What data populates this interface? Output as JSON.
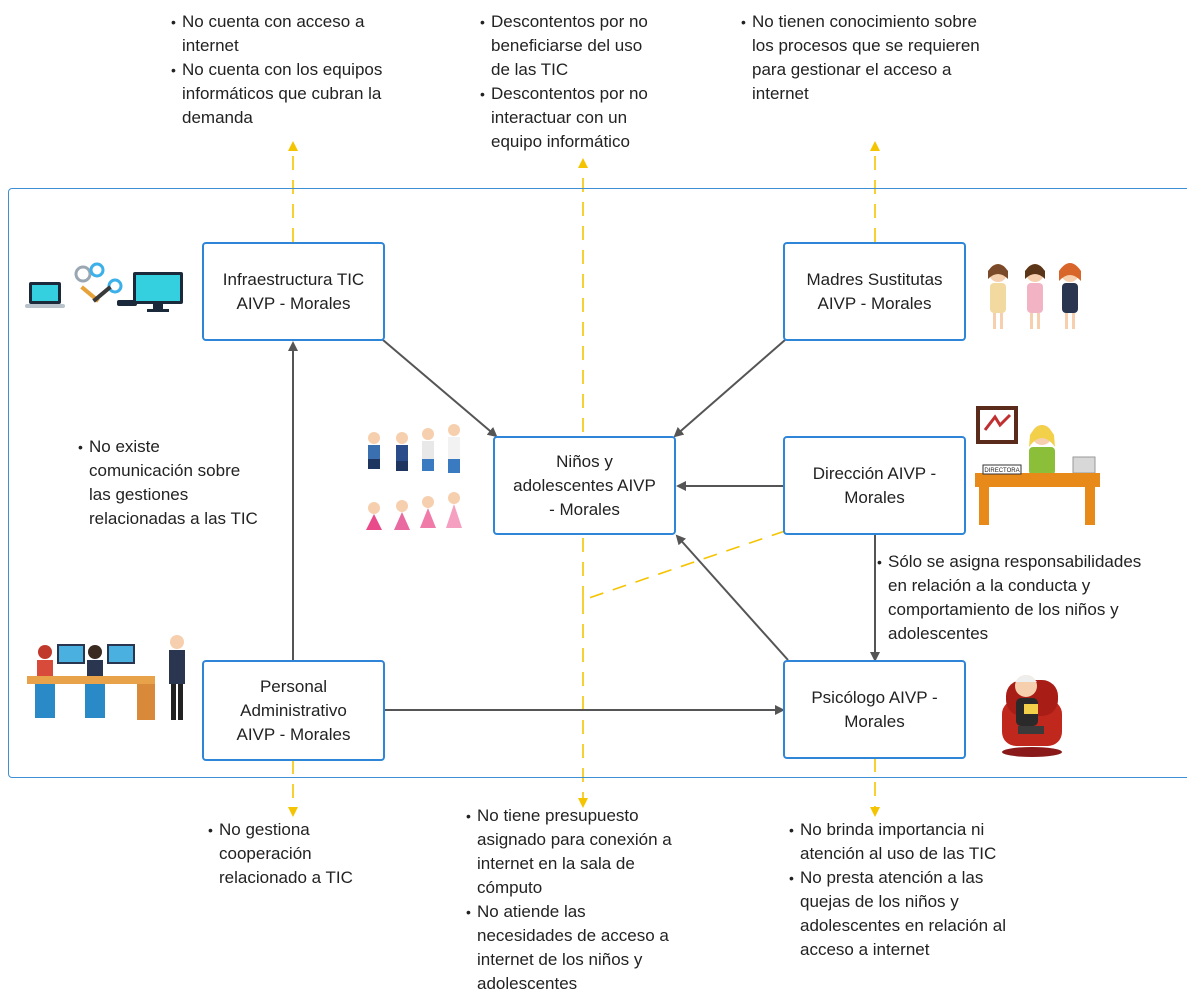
{
  "colors": {
    "box_border": "#2f86d8",
    "frame": "#3d8fd6",
    "arrow": "#555555",
    "dashed": "#f5c400"
  },
  "nodes": {
    "infra": "Infraestructura TIC\nAIVP - Morales",
    "madres": "Madres Sustitutas\nAIVP - Morales",
    "ninos": "Niños y\nadolescentes AIVP\n- Morales",
    "direccion": "Dirección AIVP -\nMorales",
    "personal": "Personal\nAdministrativo\nAIVP - Morales",
    "psicologo": "Psicólogo AIVP -\nMorales"
  },
  "notes": {
    "top_left": [
      "No cuenta con acceso a\ninternet",
      "No cuenta con los equipos\ninformáticos que cubran la\ndemanda"
    ],
    "top_center": [
      "Descontentos por no\nbeneficiarse del uso\nde las TIC",
      "Descontentos por no\ninteractuar con un\nequipo informático"
    ],
    "top_right": [
      "No tienen conocimiento sobre\nlos procesos que se requieren\npara gestionar el acceso a\ninternet"
    ],
    "left_mid": [
      "No existe\ncomunicación sobre\nlas gestiones\nrelacionadas a las TIC"
    ],
    "right_mid": [
      "Sólo se asigna responsabilidades\nen relación a la conducta y\ncomportamiento de los niños y\nadolescentes"
    ],
    "bottom_left": [
      "No gestiona\ncooperación\nrelacionado a TIC"
    ],
    "bottom_center": [
      "No tiene presupuesto\nasignado para conexión a\ninternet en la sala de\ncómputo",
      "No atiende las\nnecesidades de acceso a\ninternet de los niños y\nadolescentes"
    ],
    "bottom_right": [
      "No brinda importancia ni\natención al uso de las TIC",
      "No presta atención a las\nquejas de los niños y\nadolescentes en relación al\nacceso a internet"
    ]
  },
  "images": {
    "computers": "computers-network-icon",
    "women": "three-women-illustration",
    "children": "children-group-illustration",
    "director": "director-at-desk-illustration",
    "office": "office-workers-illustration",
    "psychologist": "psychologist-in-armchair-illustration"
  },
  "director_plaque": "DIRECTORA"
}
